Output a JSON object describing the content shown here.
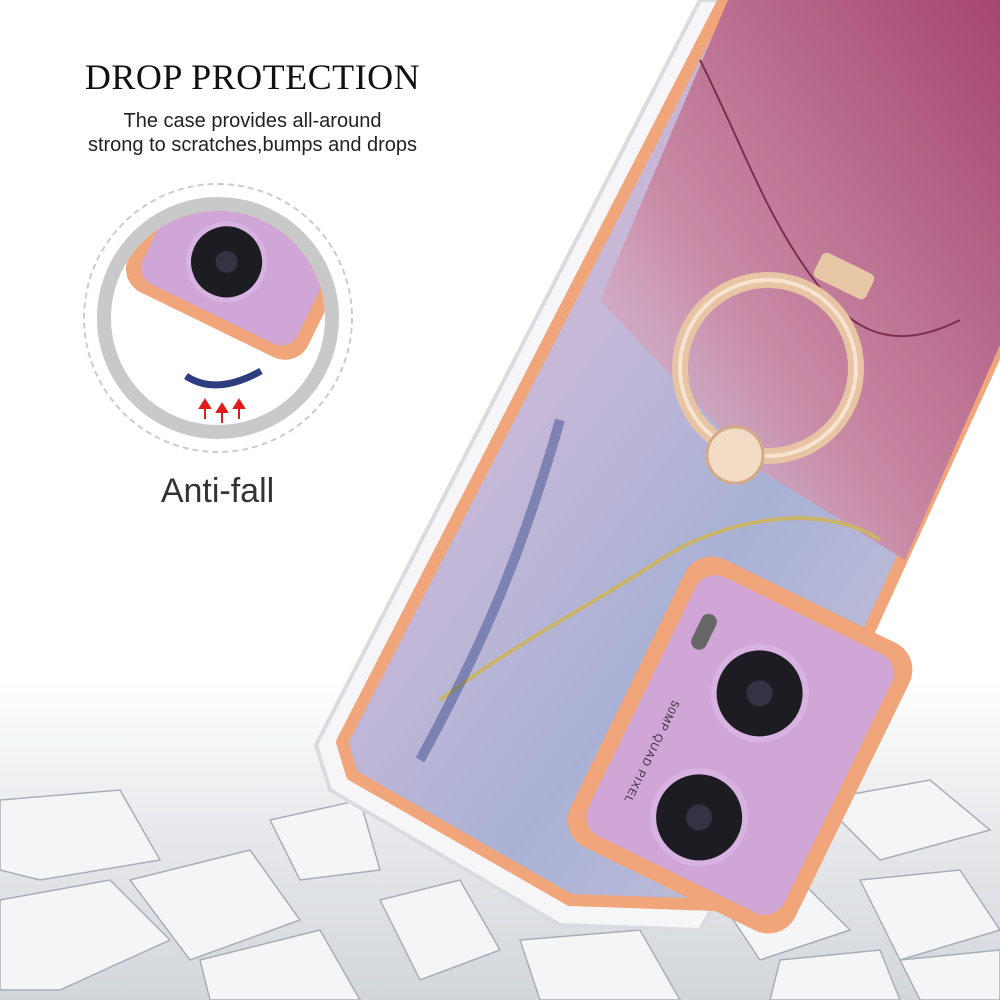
{
  "headline": {
    "title": "DROP PROTECTION",
    "line1": "The case provides all-around",
    "line2": "strong to scratches,bumps and drops"
  },
  "inset": {
    "label": "Anti-fall",
    "arrow_icon": "red-up-arrows"
  },
  "product": {
    "camera_text": "50MP QUAD PIXEL",
    "colors": {
      "bumper": "#f0a57a",
      "camera_module": "#cfa6d6",
      "marble_pink": "#b86a8a",
      "marble_lilac": "#c9b5d8",
      "marble_blue": "#6a7fb8",
      "ring_gold": "#e8c9a8"
    }
  }
}
